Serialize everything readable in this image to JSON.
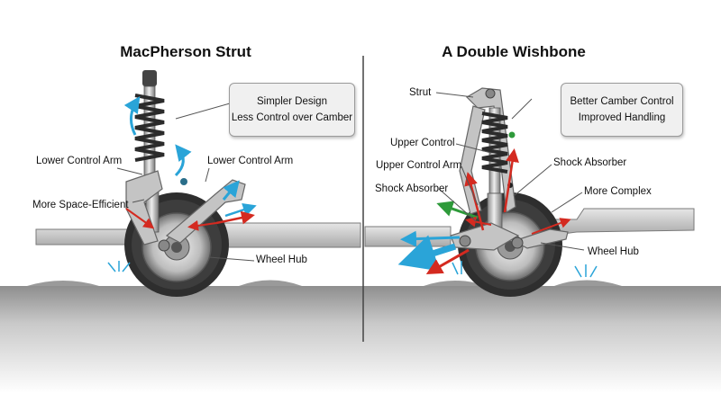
{
  "left": {
    "title": "MacPherson Strut",
    "callout": [
      "Simpler Design",
      "Less Control over Camber"
    ],
    "labels": {
      "lower_control_arm_left": "Lower Control Arm",
      "lower_control_arm_right": "Lower Control Arm",
      "space_efficient": "More Space-Efficient",
      "wheel_hub": "Wheel Hub"
    }
  },
  "right": {
    "title": "A Double Wishbone",
    "callout": [
      "Better Camber Control",
      "Improved Handling"
    ],
    "labels": {
      "strut": "Strut",
      "upper_control": "Upper Control",
      "upper_control_arm": "Upper Control Arm",
      "shock_absorber_left": "Shock Absorber",
      "shock_absorber_right": "Shock Absorber",
      "more_complex": "More Complex",
      "wheel_hub": "Wheel Hub"
    }
  },
  "colors": {
    "force_red": "#d42a20",
    "motion_blue": "#2aa4d8",
    "flex_green": "#2e9a3a",
    "metal": "#c4c4c4",
    "tire": "#2e2e2e"
  }
}
